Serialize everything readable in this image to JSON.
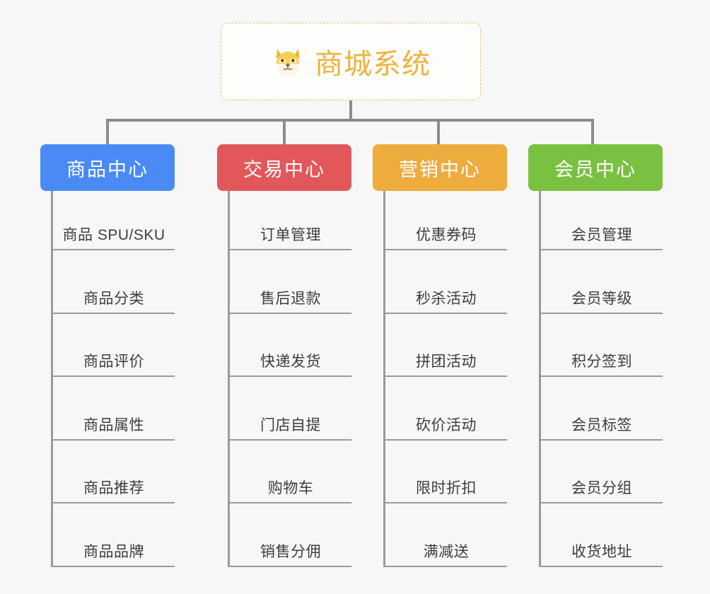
{
  "background_color": "#f7f7f7",
  "root": {
    "title": "商城系统",
    "icon": "shiba-dog-face-icon",
    "text_color": "#edb33f",
    "border_color": "#e8bc6a",
    "background_color": "#fdfdfc",
    "border_style": "dashed"
  },
  "connector_color": "#8c8c8c",
  "columns": [
    {
      "title": "商品中心",
      "color": "#4a8af4",
      "items": [
        "商品 SPU/SKU",
        "商品分类",
        "商品评价",
        "商品属性",
        "商品推荐",
        "商品品牌"
      ]
    },
    {
      "title": "交易中心",
      "color": "#e2585a",
      "items": [
        "订单管理",
        "售后退款",
        "快递发货",
        "门店自提",
        "购物车",
        "销售分佣"
      ]
    },
    {
      "title": "营销中心",
      "color": "#eeac3e",
      "items": [
        "优惠券码",
        "秒杀活动",
        "拼团活动",
        "砍价活动",
        "限时折扣",
        "满减送"
      ]
    },
    {
      "title": "会员中心",
      "color": "#7ac142",
      "items": [
        "会员管理",
        "会员等级",
        "积分签到",
        "会员标签",
        "会员分组",
        "收货地址"
      ]
    }
  ]
}
